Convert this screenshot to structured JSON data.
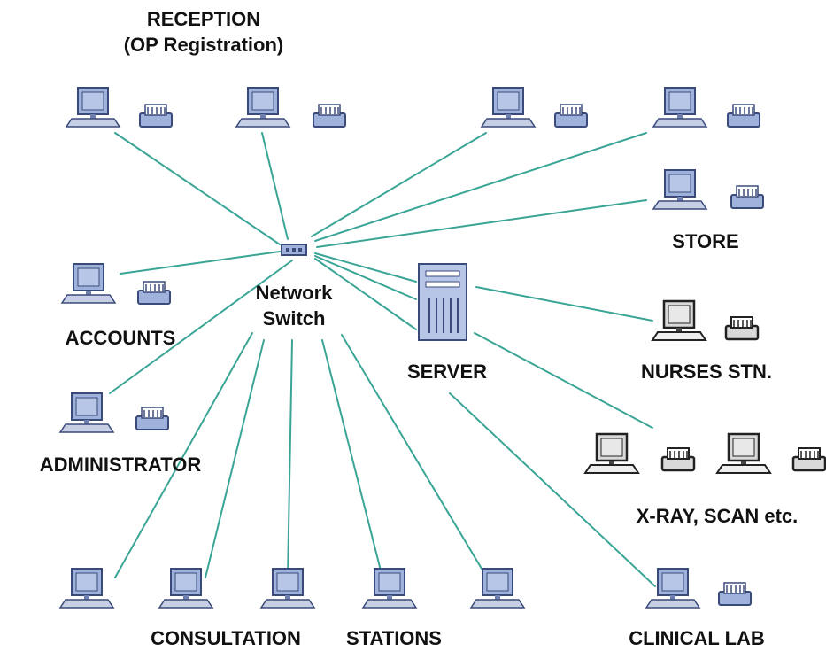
{
  "labels": {
    "reception_line1": "RECEPTION",
    "reception_line2": "(OP Registration)",
    "switch_line1": "Network",
    "switch_line2": "Switch",
    "accounts": "ACCOUNTS",
    "administrator": "ADMINISTRATOR",
    "server": "SERVER",
    "store": "STORE",
    "nurses": "NURSES STN.",
    "xray": "X-RAY, SCAN etc.",
    "consultation": "CONSULTATION",
    "stations": "STATIONS",
    "clinical_lab": "CLINICAL LAB"
  },
  "colors": {
    "line": "#3aa596",
    "computer_blue": "#9fb2db",
    "computer_gray": "#d9d9d9",
    "outline": "#3a4a7a",
    "outline_dark": "#222222"
  }
}
